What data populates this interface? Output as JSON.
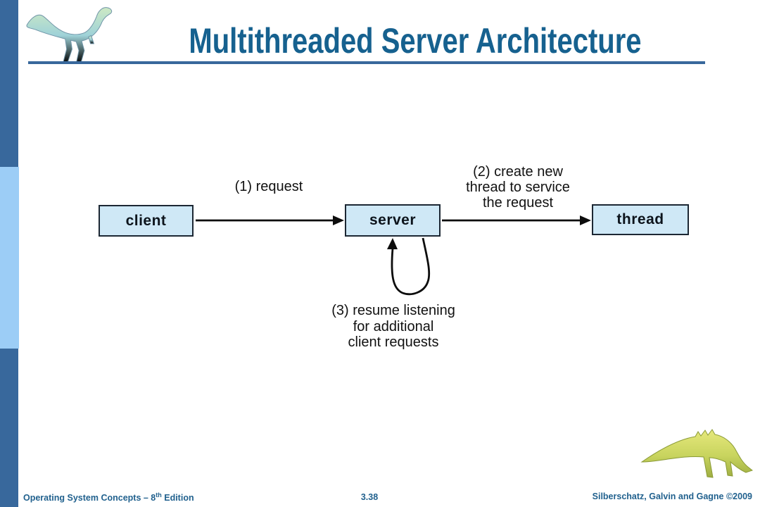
{
  "header": {
    "title": "Multithreaded Server Architecture"
  },
  "diagram": {
    "boxes": [
      {
        "label": "client"
      },
      {
        "label": "server"
      },
      {
        "label": "thread"
      }
    ],
    "annotations": [
      {
        "lines": [
          "(1) request"
        ]
      },
      {
        "lines": [
          "(2) create new",
          "thread to service",
          "the request"
        ]
      },
      {
        "lines": [
          "(3) resume listening",
          "for additional",
          "client requests"
        ]
      }
    ]
  },
  "footer": {
    "book_prefix": "Operating System Concepts – 8",
    "edition_sup": "th",
    "edition_suffix": " Edition",
    "page": "3.38",
    "authors": "Silberschatz, Galvin and Gagne ©2009"
  },
  "colors": {
    "sidebar_dark": "#38689c",
    "sidebar_light": "#9ccdf6",
    "title_blue": "#16618f",
    "footer_blue": "#21618e",
    "box_fill": "#cfe8f6",
    "box_border": "#1c2733",
    "arrow": "#0d0d0d"
  }
}
